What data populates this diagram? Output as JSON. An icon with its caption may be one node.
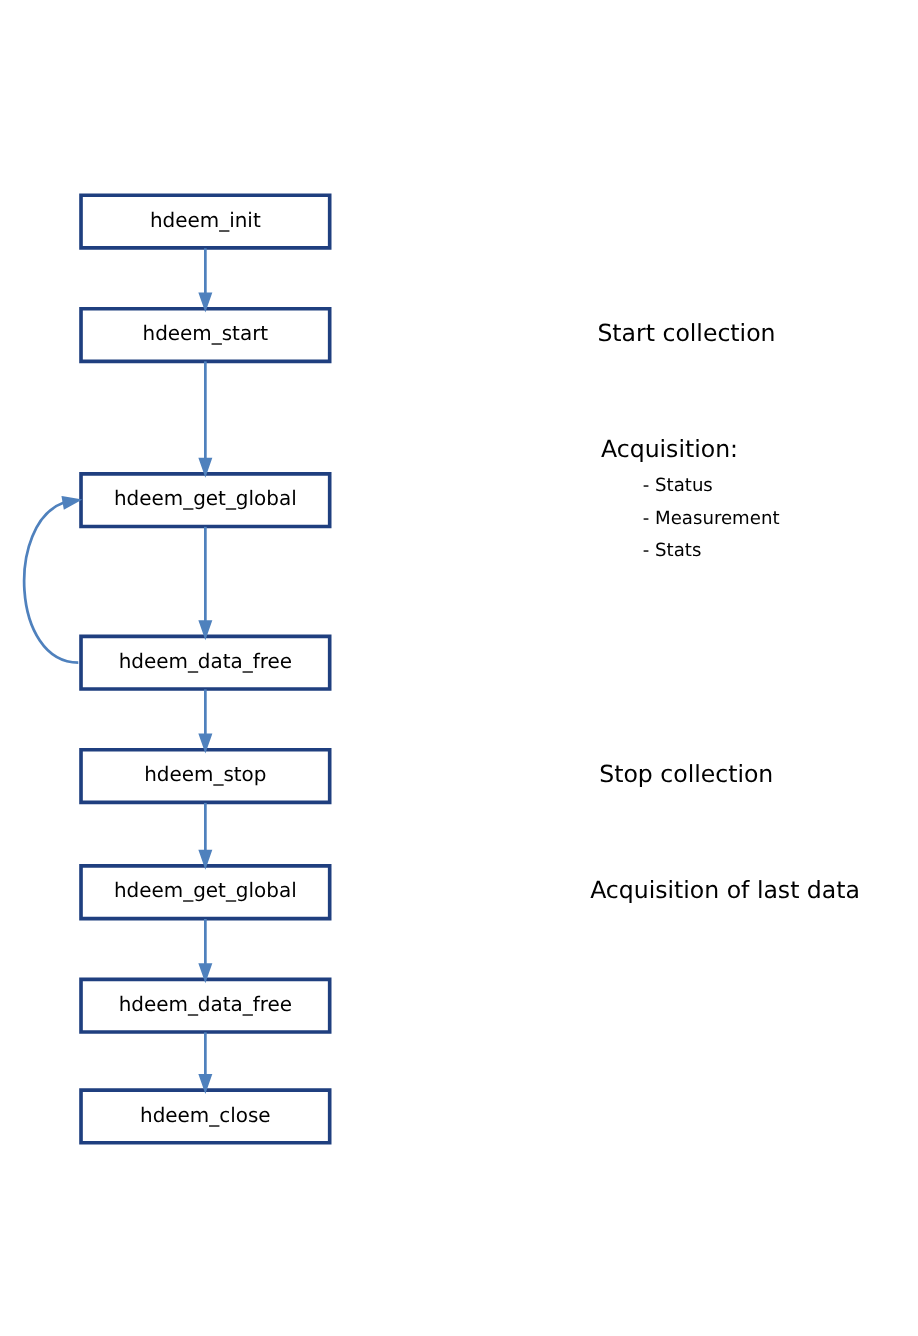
{
  "diagram": {
    "nodes": [
      {
        "text": [
          "hdeem_init"
        ]
      },
      {
        "text": [
          "hdeem_start"
        ]
      },
      {
        "text": [
          "hdeem_get_global"
        ]
      },
      {
        "text": [
          "hdeem_data_free"
        ]
      },
      {
        "text": [
          "hdeem_stop"
        ]
      },
      {
        "text": [
          "hdeem_get_global"
        ]
      },
      {
        "text": [
          "hdeem_data_free"
        ]
      },
      {
        "text": [
          "hdeem_close"
        ]
      }
    ],
    "edges": [
      {
        "from": 0,
        "to": 1,
        "arrow": "to"
      },
      {
        "from": 1,
        "to": 2,
        "arrow": "to"
      },
      {
        "from": 2,
        "to": 3,
        "arrow": "to"
      },
      {
        "from": 3,
        "to": 2,
        "arrow": "to"
      },
      {
        "from": 3,
        "to": 4,
        "arrow": "to"
      },
      {
        "from": 4,
        "to": 5,
        "arrow": "to"
      },
      {
        "from": 5,
        "to": 6,
        "arrow": "to"
      },
      {
        "from": 6,
        "to": 7,
        "arrow": "to"
      }
    ],
    "labels": [
      "Start collection",
      "Acquisition:",
      "- Status",
      "- Measurement",
      "- Stats",
      "Stop collection",
      "Acquisition of last data"
    ]
  }
}
